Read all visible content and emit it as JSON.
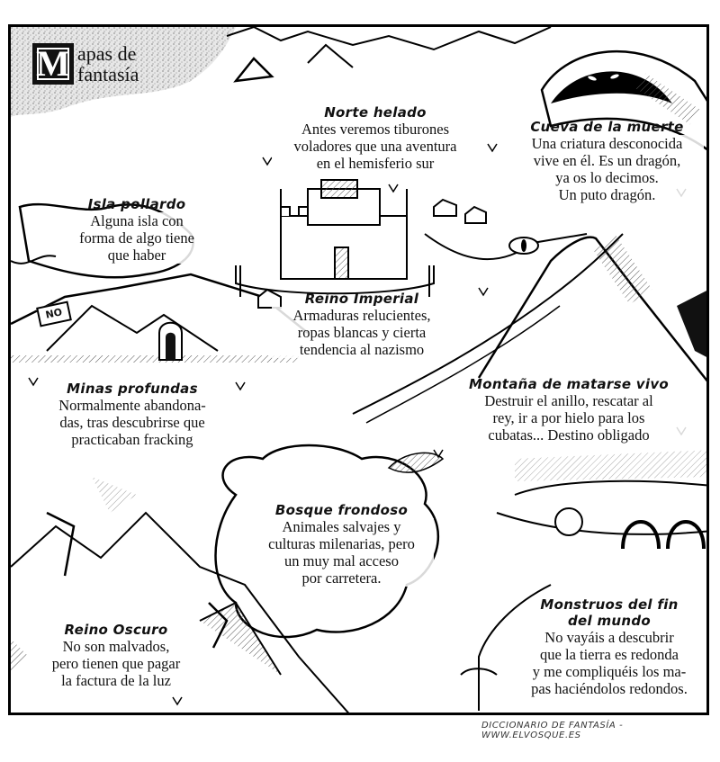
{
  "title": {
    "dropcap": "M",
    "line1": "apas de",
    "line2": "fantasía"
  },
  "regions": [
    {
      "name": "Norte helado",
      "desc": "Antes veremos tiburones\nvoladores que una aventura\nen el hemisferio sur"
    },
    {
      "name": "Cueva de la muerte",
      "desc": "Una criatura desconocida\nvive en él. Es un dragón,\nya os lo decimos.\nUn puto dragón."
    },
    {
      "name": "Isla pollardo",
      "desc": "Alguna isla con\nforma de algo tiene\nque haber"
    },
    {
      "name": "Reino Imperial",
      "desc": "Armaduras relucientes,\nropas blancas y cierta\ntendencia al nazismo"
    },
    {
      "name": "Minas profundas",
      "desc": "Normalmente abandona-\ndas, tras descubrirse que\npracticaban fracking"
    },
    {
      "name": "Montaña de matarse vivo",
      "desc": "Destruir el anillo, rescatar al\nrey, ir a por hielo para los\ncubatas... Destino obligado"
    },
    {
      "name": "Bosque frondoso",
      "desc": "Animales salvajes y\nculturas milenarias, pero\nun muy mal acceso\npor carretera."
    },
    {
      "name": "Reino Oscuro",
      "desc": "No son malvados,\npero tienen que pagar\nla factura de la luz"
    },
    {
      "name": "Monstruos del fin\ndel mundo",
      "desc": "No vayáis a descubrir\nque la tierra es redonda\ny me compliquéis los ma-\npas haciéndolos redondos."
    }
  ],
  "sign": {
    "text": "NO"
  },
  "credit": "Diccionario de fantasía - www.elvosque.es"
}
